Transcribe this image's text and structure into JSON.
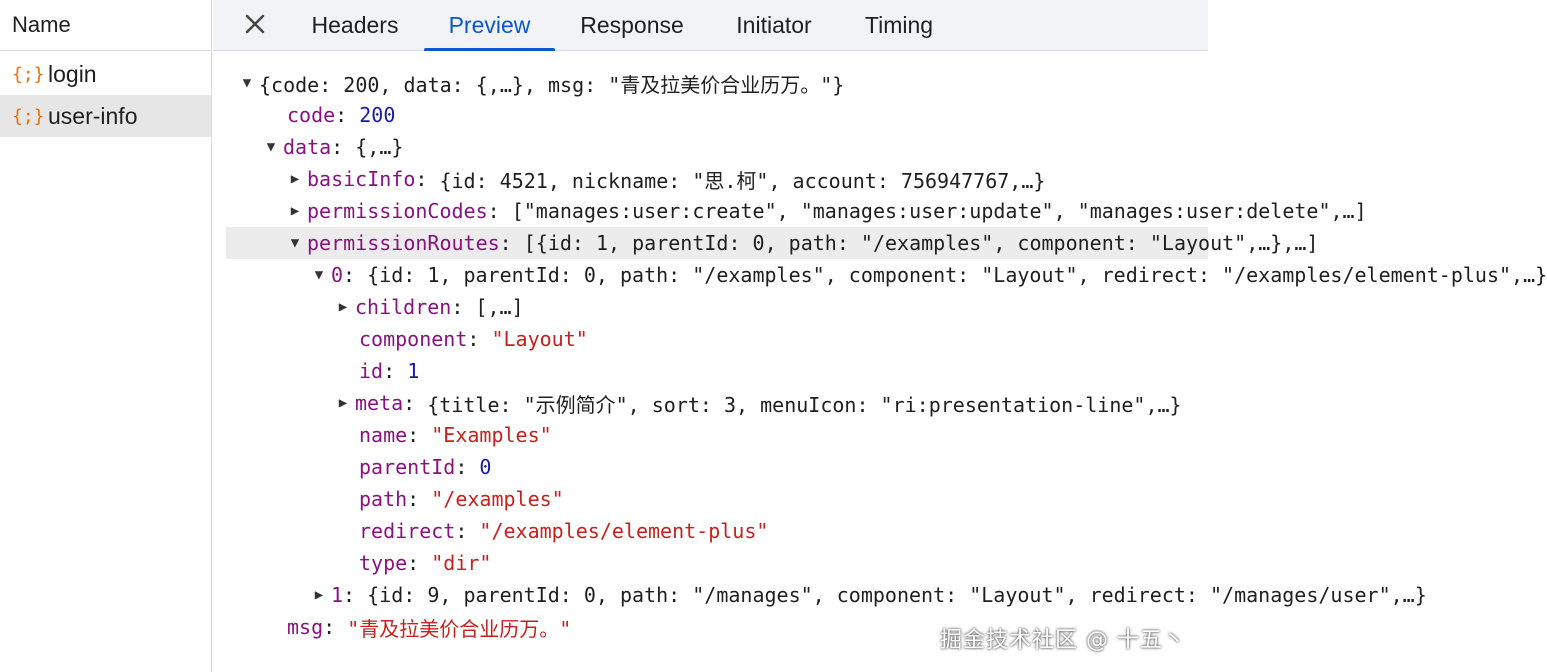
{
  "list": {
    "header": "Name",
    "requests": [
      {
        "name": "login",
        "icon": "json-file-icon",
        "selected": false
      },
      {
        "name": "user-info",
        "icon": "json-file-icon",
        "selected": true
      }
    ]
  },
  "tabs": {
    "close_icon": "close-icon",
    "items": [
      "Headers",
      "Preview",
      "Response",
      "Initiator",
      "Timing"
    ],
    "active": "Preview",
    "accent": "#0b57d0"
  },
  "json": {
    "root_summary": "{code: 200, data: {,…}, msg: \"青及拉美价合业历万。\"}",
    "code_key": "code",
    "code_value": "200",
    "data_key": "data",
    "data_summary": "{,…}",
    "basicInfo_key": "basicInfo",
    "basicInfo_summary": "{id: 4521, nickname: \"思.柯\", account: 756947767,…}",
    "permissionCodes_key": "permissionCodes",
    "permissionCodes_summary": "[\"manages:user:create\", \"manages:user:update\", \"manages:user:delete\",…]",
    "permissionRoutes_key": "permissionRoutes",
    "permissionRoutes_summary": "[{id: 1, parentId: 0, path: \"/examples\", component: \"Layout\",…},…]",
    "route0_key": "0",
    "route0_summary": "{id: 1, parentId: 0, path: \"/examples\", component: \"Layout\", redirect: \"/examples/element-plus\",…}",
    "children_key": "children",
    "children_summary": "[,…]",
    "component_key": "component",
    "component_value": "\"Layout\"",
    "id_key": "id",
    "id_value": "1",
    "meta_key": "meta",
    "meta_summary": "{title: \"示例简介\", sort: 3, menuIcon: \"ri:presentation-line\",…}",
    "name_key": "name",
    "name_value": "\"Examples\"",
    "parentId_key": "parentId",
    "parentId_value": "0",
    "path_key": "path",
    "path_value": "\"/examples\"",
    "redirect_key": "redirect",
    "redirect_value": "\"/examples/element-plus\"",
    "type_key": "type",
    "type_value": "\"dir\"",
    "route1_key": "1",
    "route1_summary": "{id: 9, parentId: 0, path: \"/manages\", component: \"Layout\", redirect: \"/manages/user\",…}",
    "msg_key": "msg",
    "msg_value": "\"青及拉美价合业历万。\""
  },
  "watermark": "掘金技术社区 @ 十五丶"
}
